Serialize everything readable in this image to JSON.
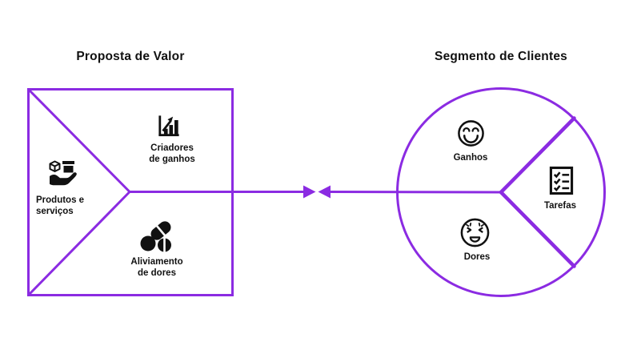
{
  "diagram": {
    "accent_color": "#8B2BE2",
    "ink_color": "#111111",
    "value_proposition": {
      "title": "Proposta de Valor",
      "shape": "square-with-right-pointing-wedge",
      "sections": [
        {
          "id": "gain-creators",
          "icon": "growth-chart-icon",
          "line1": "Criadores",
          "line2": "de ganhos"
        },
        {
          "id": "products-services",
          "icon": "product-in-hand-icon",
          "line1": "Produtos e",
          "line2": "serviços"
        },
        {
          "id": "pain-relievers",
          "icon": "pills-icon",
          "line1": "Aliviamento",
          "line2": "de dores"
        }
      ]
    },
    "customer_segment": {
      "title": "Segmento de Clientes",
      "shape": "circle-in-three-slices",
      "sections": [
        {
          "id": "gains",
          "icon": "smiley-face-icon",
          "label": "Ganhos"
        },
        {
          "id": "jobs",
          "icon": "checklist-icon",
          "label": "Tarefas"
        },
        {
          "id": "pains",
          "icon": "pained-face-icon",
          "label": "Dores"
        }
      ]
    },
    "connector": "two-arrows-pointing-inward"
  }
}
